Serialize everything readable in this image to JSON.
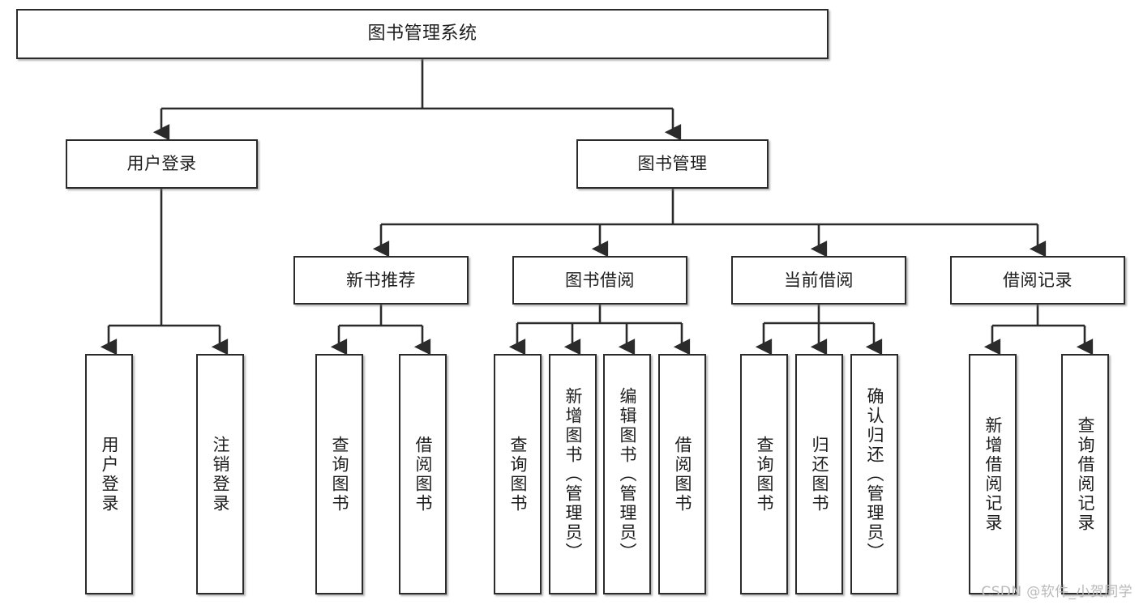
{
  "diagram": {
    "title": "图书管理系统",
    "watermark": "CSDN @软件_小贺同学",
    "theme": {
      "background": "#ffffff",
      "box_border": "#2b2b2b",
      "box_fill": "#ffffff",
      "connector": "#2b2b2b",
      "text": "#1d1d1d",
      "watermark_color": "#b9b9b9"
    },
    "nodes": {
      "root": {
        "label": "图书管理系统",
        "level": 1
      },
      "user_login": {
        "label": "用户登录",
        "level": 2
      },
      "book_manage": {
        "label": "图书管理",
        "level": 2
      },
      "new_book_rec": {
        "label": "新书推荐",
        "level": 3
      },
      "book_borrow": {
        "label": "图书借阅",
        "level": 3
      },
      "current_borrow": {
        "label": "当前借阅",
        "level": 3
      },
      "borrow_record": {
        "label": "借阅记录",
        "level": 3
      },
      "leaf_user_login": {
        "label": "用户登录",
        "level": 4
      },
      "leaf_logout": {
        "label": "注销登录",
        "level": 4
      },
      "leaf_query_book_1": {
        "label": "查询图书",
        "level": 4
      },
      "leaf_borrow_book_1": {
        "label": "借阅图书",
        "level": 4
      },
      "leaf_query_book_2": {
        "label": "查询图书",
        "level": 4
      },
      "leaf_add_book": {
        "label": "新增图书（管理员）",
        "level": 4
      },
      "leaf_edit_book": {
        "label": "编辑图书（管理员）",
        "level": 4
      },
      "leaf_borrow_book_2": {
        "label": "借阅图书",
        "level": 4
      },
      "leaf_query_book_3": {
        "label": "查询图书",
        "level": 4
      },
      "leaf_return_book": {
        "label": "归还图书",
        "level": 4
      },
      "leaf_confirm_return": {
        "label": "确认归还（管理员）",
        "level": 4
      },
      "leaf_add_record": {
        "label": "新增借阅记录",
        "level": 4
      },
      "leaf_query_record": {
        "label": "查询借阅记录",
        "level": 4
      }
    },
    "tree": [
      {
        "label": "图书管理系统",
        "children": [
          {
            "label": "用户登录",
            "children": [
              {
                "label": "用户登录"
              },
              {
                "label": "注销登录"
              }
            ]
          },
          {
            "label": "图书管理",
            "children": [
              {
                "label": "新书推荐",
                "children": [
                  {
                    "label": "查询图书"
                  },
                  {
                    "label": "借阅图书"
                  }
                ]
              },
              {
                "label": "图书借阅",
                "children": [
                  {
                    "label": "查询图书"
                  },
                  {
                    "label": "新增图书（管理员）"
                  },
                  {
                    "label": "编辑图书（管理员）"
                  },
                  {
                    "label": "借阅图书"
                  }
                ]
              },
              {
                "label": "当前借阅",
                "children": [
                  {
                    "label": "查询图书"
                  },
                  {
                    "label": "归还图书"
                  },
                  {
                    "label": "确认归还（管理员）"
                  }
                ]
              },
              {
                "label": "借阅记录",
                "children": [
                  {
                    "label": "新增借阅记录"
                  },
                  {
                    "label": "查询借阅记录"
                  }
                ]
              }
            ]
          }
        ]
      }
    ]
  }
}
